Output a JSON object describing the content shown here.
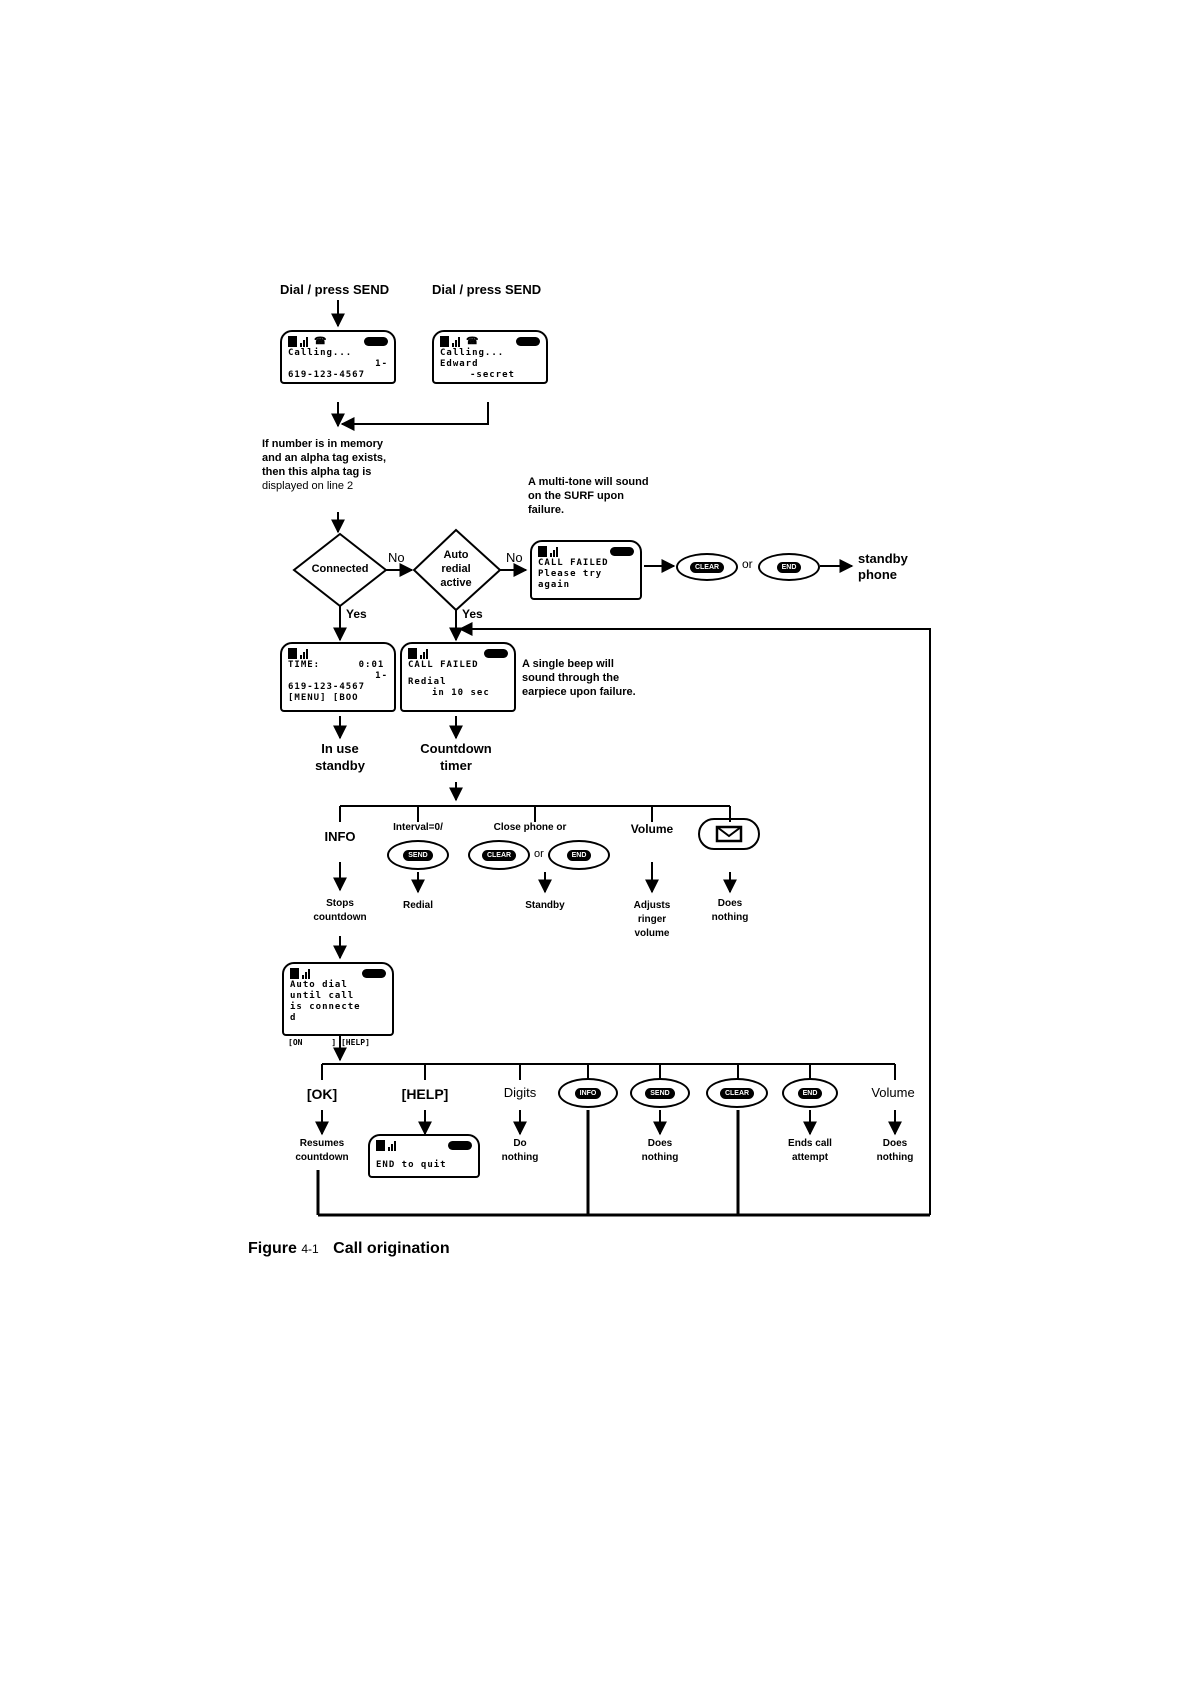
{
  "top": {
    "dial_left": "Dial / press SEND",
    "dial_right": "Dial / press SEND"
  },
  "screens": {
    "calling_number": {
      "l1": "Calling...",
      "l2": "1-",
      "l3": "619-123-4567"
    },
    "calling_name": {
      "l1": "Calling...",
      "l2": "Edward",
      "l3": "-secret"
    },
    "call_failed_retry": {
      "l1": "CALL FAILED",
      "l2": "Please try",
      "l3": "again"
    },
    "in_use": {
      "l1": "TIME:      0:01",
      "l2": "1-",
      "l3": "619-123-4567",
      "l4": "[MENU]  [BOO"
    },
    "call_failed_redial": {
      "l1": "CALL FAILED",
      "l2": "Redial",
      "l3": "in 10 sec"
    },
    "auto_dial": {
      "l1": "Auto dial",
      "l2": "until call",
      "l3": "is connecte",
      "l4": "d",
      "l5": "[ON      ] [HELP]"
    },
    "end_quit": {
      "l1": "END to quit"
    }
  },
  "notes": {
    "alpha_tag_1": "If number is in memory",
    "alpha_tag_2": "and an alpha tag exists,",
    "alpha_tag_3": "then this alpha tag is",
    "alpha_tag_4": "displayed on line 2",
    "multitone_1": "A multi-tone will sound",
    "multitone_2": "on the SURF upon",
    "multitone_3": "failure.",
    "beep_1": "A single beep will",
    "beep_2": "sound through the",
    "beep_3": "earpiece upon failure."
  },
  "decisions": {
    "connected": "Connected",
    "auto_redial_1": "Auto",
    "auto_redial_2": "redial",
    "auto_redial_3": "active",
    "no1": "No",
    "no2": "No",
    "yes1": "Yes",
    "yes2": "Yes"
  },
  "labels": {
    "or1": "or",
    "standby_phone_1": "standby",
    "standby_phone_2": "phone",
    "in_use_1": "In use",
    "in_use_2": "standby",
    "countdown_1": "Countdown",
    "countdown_2": "timer",
    "info": "INFO",
    "interval": "Interval=0/",
    "close_phone": "Close phone or",
    "or2": "or",
    "volume1": "Volume",
    "stops_1": "Stops",
    "stops_2": "countdown",
    "redial": "Redial",
    "standby": "Standby",
    "adjust_1": "Adjusts",
    "adjust_2": "ringer",
    "adjust_3": "volume",
    "does_nothing_1a": "Does",
    "does_nothing_1b": "nothing",
    "ok": "[OK]",
    "help": "[HELP]",
    "digits": "Digits",
    "volume2": "Volume",
    "resumes_1": "Resumes",
    "resumes_2": "countdown",
    "do_nothing_1": "Do",
    "do_nothing_2": "nothing",
    "does_nothing_2a": "Does",
    "does_nothing_2b": "nothing",
    "ends_1": "Ends call",
    "ends_2": "attempt",
    "does_nothing_3a": "Does",
    "does_nothing_3b": "nothing"
  },
  "keys": {
    "clear": "CLEAR",
    "end": "END",
    "send": "SEND",
    "info": "INFO"
  },
  "caption": {
    "figure": "Figure",
    "number": "4-1",
    "title": "Call origination"
  }
}
